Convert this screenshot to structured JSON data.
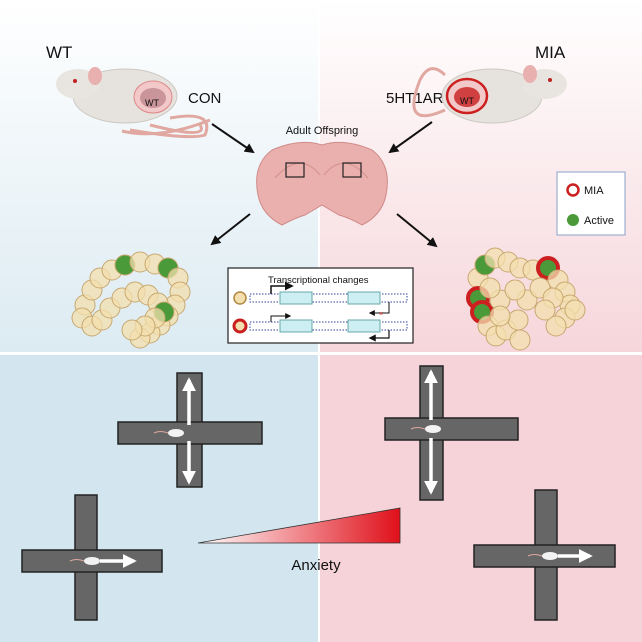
{
  "top": {
    "left_label": "WT",
    "right_label": "MIA",
    "left_condition": "CON",
    "right_condition": "5HT1AR+/-",
    "embryo_label_left": "WT",
    "embryo_label_right": "WT",
    "center_label": "Adult Offspring"
  },
  "legend": {
    "items": [
      {
        "label": "MIA",
        "color": "#cc2020"
      },
      {
        "label": "Active",
        "color": "#4a9a3a"
      }
    ]
  },
  "transcription_box": {
    "title": "Transcriptional changes"
  },
  "bottom": {
    "gradient_label": "Anxiety"
  },
  "colors": {
    "wt_background": "#dcebf2",
    "mia_background": "#f6d6db",
    "maze": "#666666",
    "neuron": "#f3dfae",
    "active": "#4a9a3a",
    "mia_ring": "#cc2020"
  }
}
